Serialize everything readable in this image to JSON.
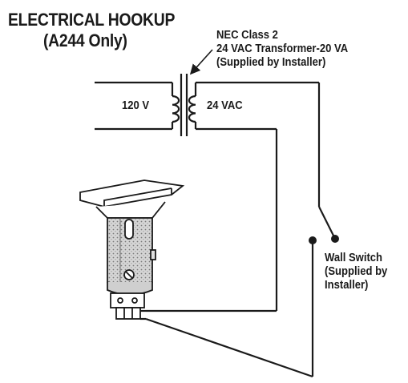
{
  "title": {
    "line1": "ELECTRICAL HOOKUP",
    "line2": "(A244 Only)"
  },
  "transformer_note": {
    "line1": "NEC Class 2",
    "line2": "24 VAC Transformer-20 VA",
    "line3": "(Supplied by Installer)"
  },
  "primary_label": "120 V",
  "secondary_label": "24 VAC",
  "wall_switch_note": {
    "line1": "Wall Switch",
    "line2": "(Supplied by",
    "line3": "Installer)"
  },
  "colors": {
    "line": "#1a1a1a",
    "background": "#ffffff",
    "fixture_shade": "#bdbdbd"
  }
}
